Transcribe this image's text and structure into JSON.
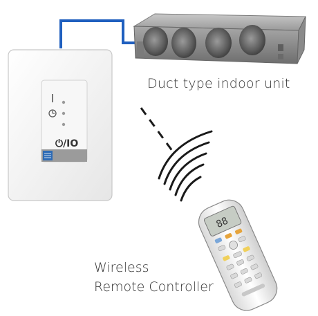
{
  "labels": {
    "indoor_unit": "Duct type indoor unit",
    "remote_line1": "Wireless",
    "remote_line2": "Remote Controller"
  },
  "wall_controller": {
    "power_symbol": "⏻/IO"
  },
  "remote": {
    "display_digits": "88"
  },
  "colors": {
    "cable": "#1f5fbf",
    "signal": "#1a1a1a",
    "controller_body": "#f4f4f4",
    "duct_body": "#8c8c8c"
  }
}
